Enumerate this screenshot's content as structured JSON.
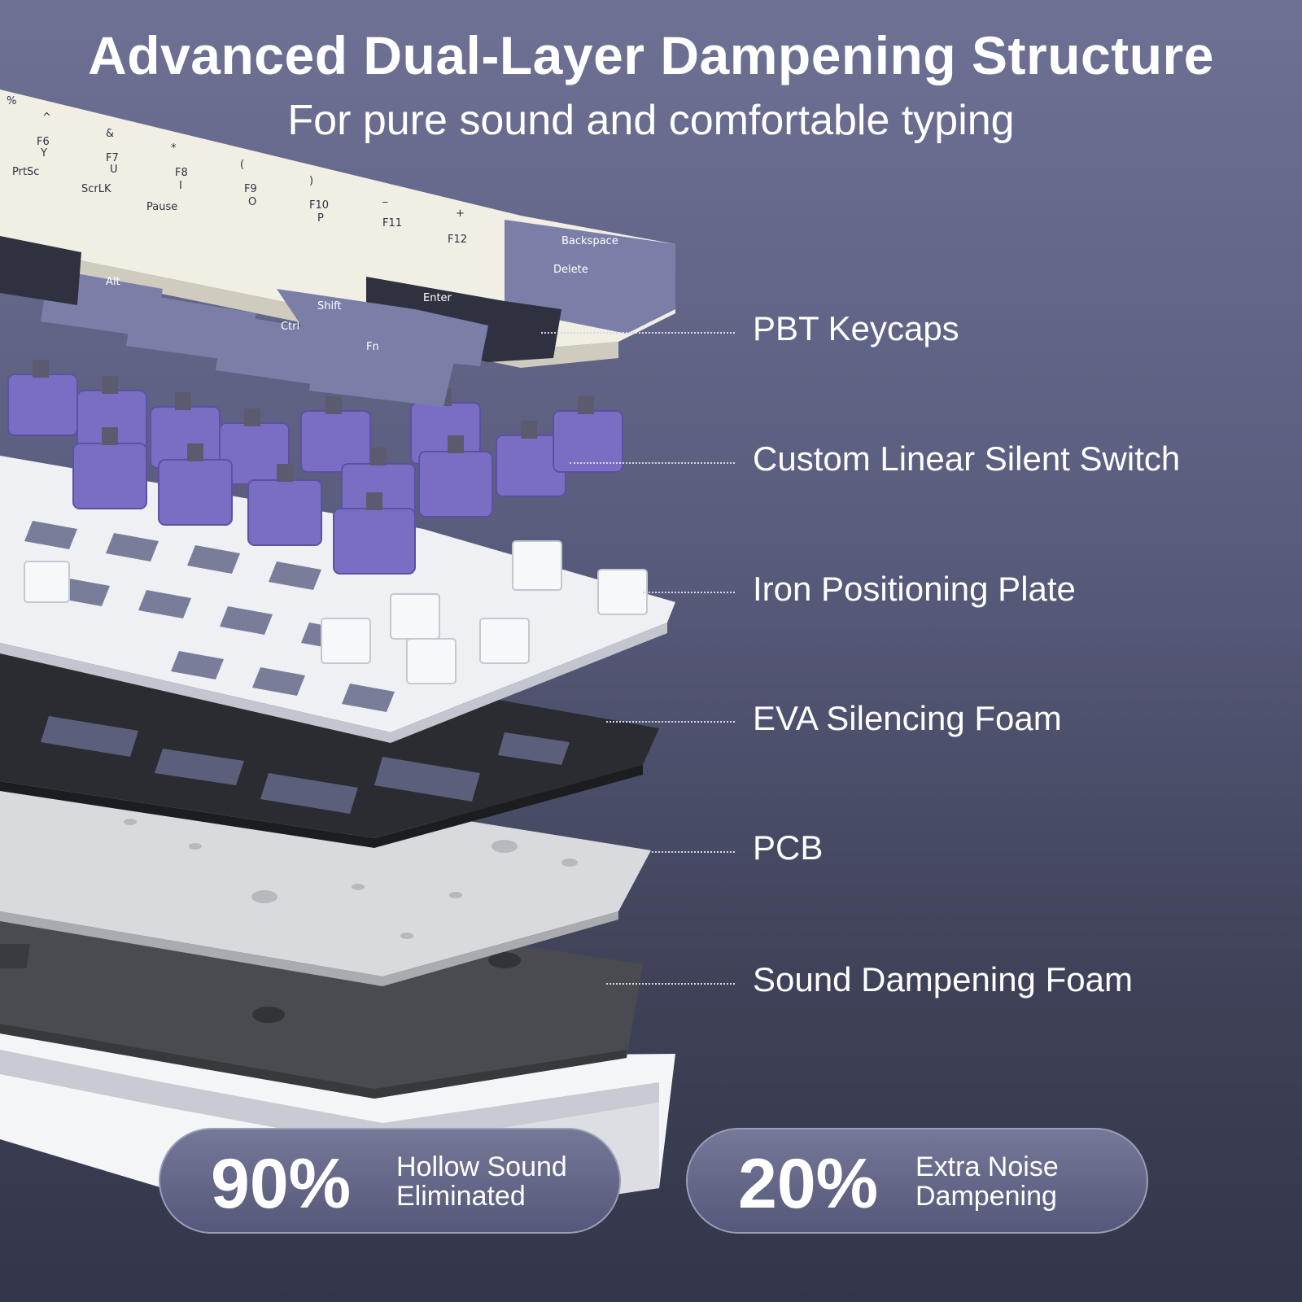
{
  "header": {
    "title": "Advanced Dual-Layer Dampening Structure",
    "subtitle": "For pure sound and comfortable typing"
  },
  "layers": [
    {
      "label": "PBT Keycaps"
    },
    {
      "label": "Custom Linear Silent Switch"
    },
    {
      "label": "Iron Positioning Plate"
    },
    {
      "label": "EVA Silencing Foam"
    },
    {
      "label": "PCB"
    },
    {
      "label": "Sound Dampening Foam"
    }
  ],
  "keycaps": {
    "row1": [
      "%",
      "^",
      "&",
      "*",
      "(",
      ")",
      "_",
      "+"
    ],
    "row1_fn": [
      "F6",
      "F7",
      "F8",
      "F9",
      "F10",
      "F11",
      "F12"
    ],
    "row2": [
      "PrtSc",
      "ScrLK",
      "Pause",
      "Y",
      "U",
      "I",
      "O",
      "P"
    ],
    "mods": [
      "Backspace",
      "Delete",
      "Alt",
      "Shift",
      "Enter",
      "Ctrl",
      "Fn"
    ]
  },
  "stats": [
    {
      "value": "90%",
      "line1": "Hollow Sound",
      "line2": "Eliminated"
    },
    {
      "value": "20%",
      "line1": "Extra Noise",
      "line2": "Dampening"
    }
  ],
  "colors": {
    "background_top": "#6e7194",
    "background_bottom": "#33364a",
    "keycap_cream": "#f1efe4",
    "keycap_purple": "#7b7fa8",
    "keycap_dark": "#2f3140",
    "switch_purple": "#7a6ec4",
    "plate_white": "#eef0f4",
    "foam_black": "#2b2c31",
    "pcb_silver": "#d9dadd",
    "bottom_foam": "#4a4b50",
    "case_white": "#f4f5f7"
  }
}
